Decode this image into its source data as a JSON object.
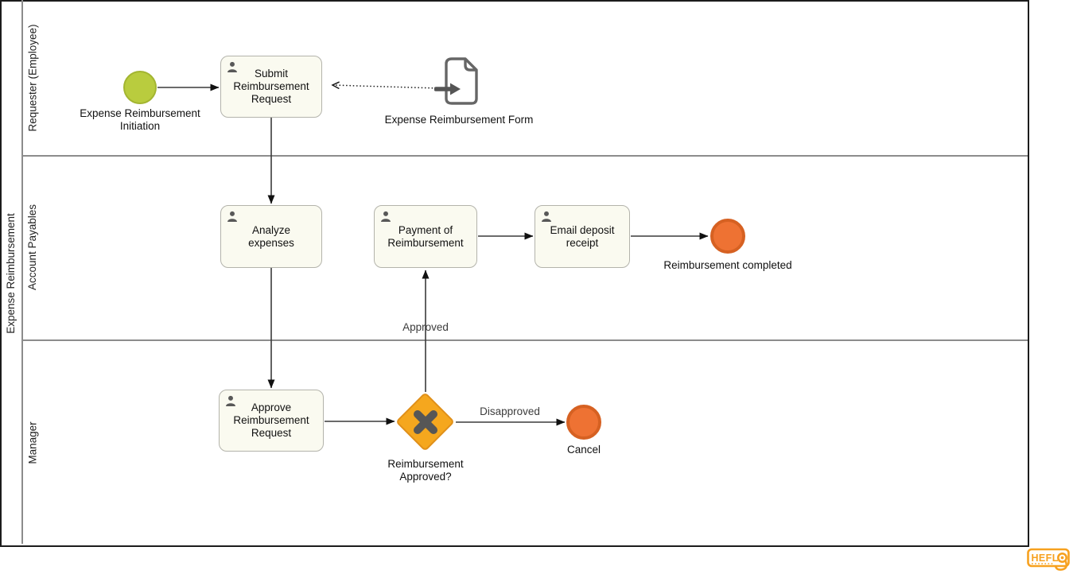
{
  "pool": {
    "label": "Expense Reimbursement"
  },
  "lanes": [
    {
      "label": "Requester (Employee)"
    },
    {
      "label": "Account Payables"
    },
    {
      "label": "Manager"
    }
  ],
  "nodes": {
    "start_event": {
      "type": "start-event",
      "label": "Expense Reimbursement\nInitiation"
    },
    "task_submit": {
      "type": "user-task",
      "label": "Submit\nReimbursement\nRequest"
    },
    "data_object": {
      "type": "data-object",
      "label": "Expense Reimbursement Form"
    },
    "task_analyze": {
      "type": "user-task",
      "label": "Analyze\nexpenses"
    },
    "task_payment": {
      "type": "user-task",
      "label": "Payment of\nReimbursement"
    },
    "task_email": {
      "type": "user-task",
      "label": "Email deposit\nreceipt"
    },
    "end_completed": {
      "type": "end-event",
      "label": "Reimbursement completed"
    },
    "task_approve": {
      "type": "user-task",
      "label": "Approve\nReimbursement\nRequest"
    },
    "gateway": {
      "type": "exclusive-gateway",
      "label": "Reimbursement\nApproved?"
    },
    "end_cancel": {
      "type": "end-event",
      "label": "Cancel"
    }
  },
  "flow_labels": {
    "approved": "Approved",
    "disapproved": "Disapproved"
  },
  "colors": {
    "start_event_fill": "#b9cc3e",
    "start_event_border": "#a3b531",
    "end_event_fill": "#ee7233",
    "end_event_border": "#d66122",
    "gateway_fill": "#f5a71e",
    "gateway_border": "#e0901a",
    "task_fill": "#fafaf0",
    "task_border": "#b3b3ab",
    "icon_gray": "#585858",
    "logo_orange": "#f7a11f"
  },
  "logo": {
    "text": "HEFL"
  }
}
